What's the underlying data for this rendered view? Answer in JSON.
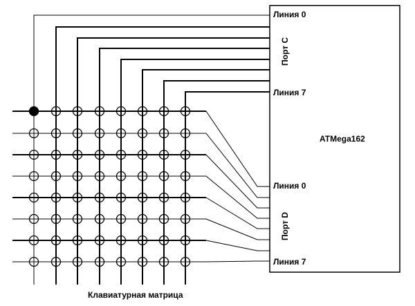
{
  "chip": {
    "name": "ATMega162",
    "port_c": {
      "title": "Порт C",
      "line_first": "Линия 0",
      "line_last": "Линия 7"
    },
    "port_d": {
      "title": "Порт D",
      "line_first": "Линия 0",
      "line_last": "Линия 7"
    }
  },
  "matrix": {
    "caption": "Клавиатурная матрица",
    "rows": 8,
    "columns": 8,
    "pressed_keys": [
      {
        "row": 0,
        "column": 0
      }
    ]
  },
  "colors": {
    "line": "#000000",
    "background": "#ffffff"
  }
}
